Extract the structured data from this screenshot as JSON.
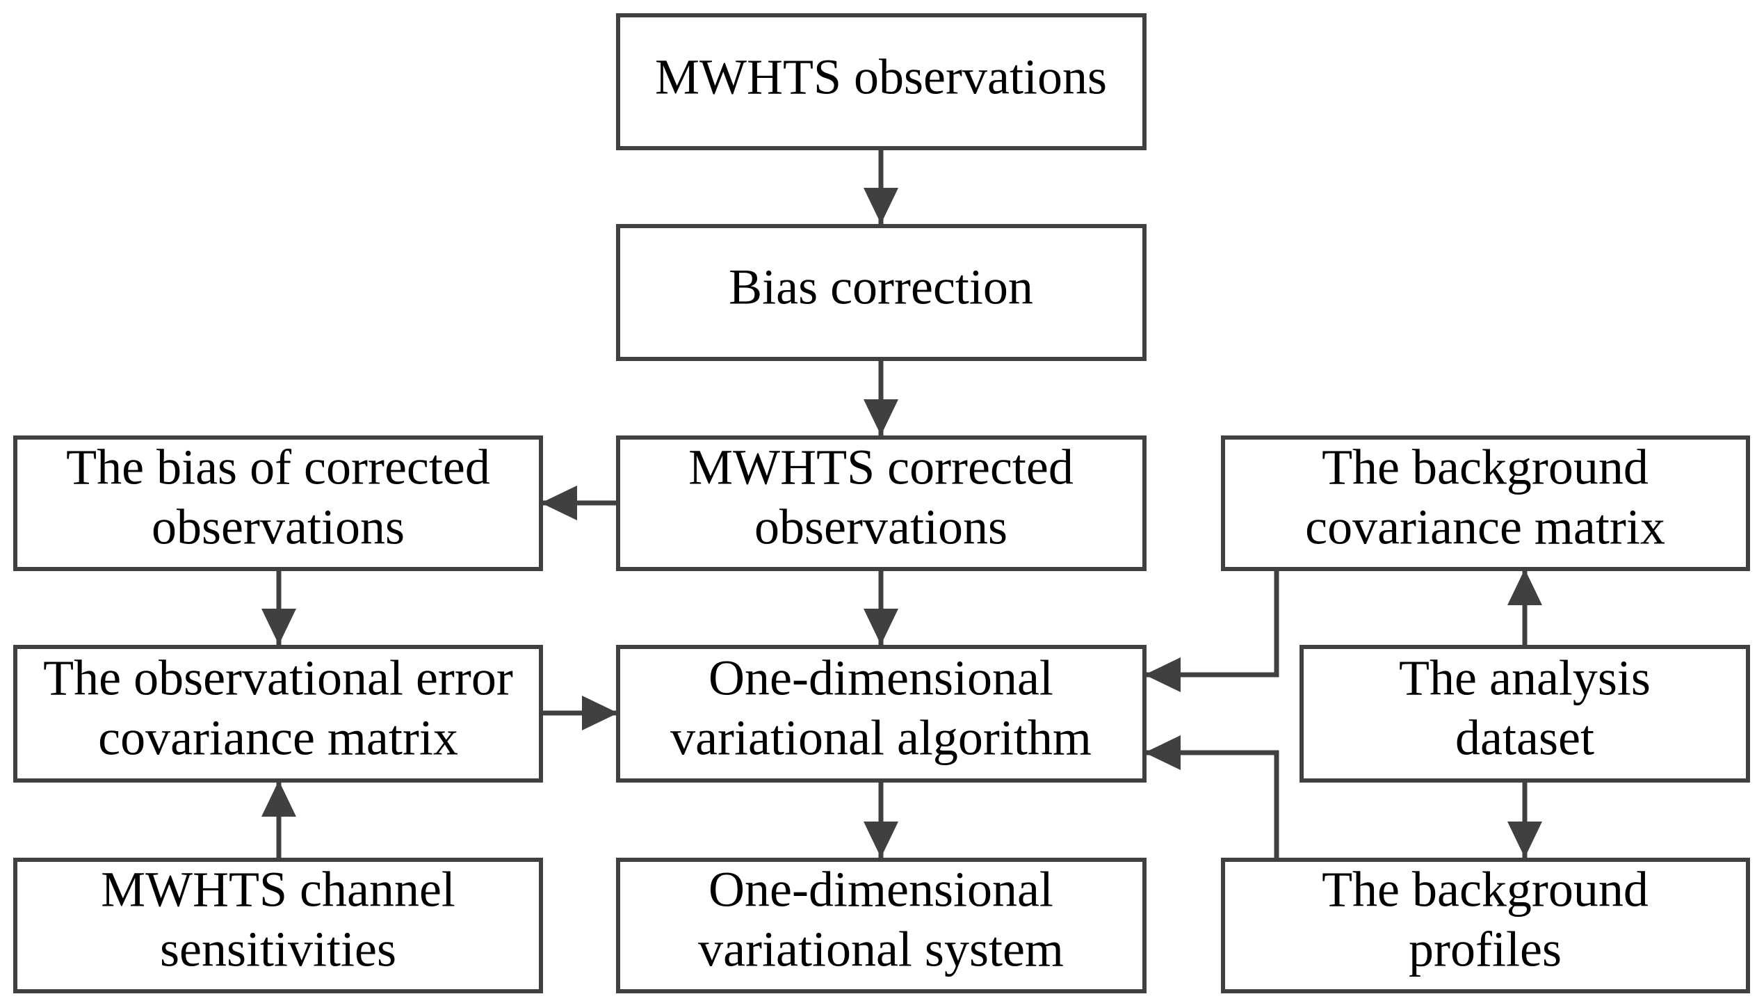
{
  "nodes": {
    "mwhts_observations": {
      "lines": [
        "MWHTS observations"
      ]
    },
    "bias_correction": {
      "lines": [
        "Bias correction"
      ]
    },
    "mwhts_corrected_observations": {
      "lines": [
        "MWHTS corrected",
        "observations"
      ]
    },
    "bias_of_corrected_observations": {
      "lines": [
        "The bias of corrected",
        "observations"
      ]
    },
    "background_covariance_matrix": {
      "lines": [
        "The background",
        "covariance matrix"
      ]
    },
    "observational_error_covariance_matrix": {
      "lines": [
        "The observational error",
        "covariance matrix"
      ]
    },
    "one_dimensional_variational_algorithm": {
      "lines": [
        "One-dimensional",
        "variational algorithm"
      ]
    },
    "analysis_dataset": {
      "lines": [
        "The analysis",
        "dataset"
      ]
    },
    "mwhts_channel_sensitivities": {
      "lines": [
        "MWHTS channel",
        "sensitivities"
      ]
    },
    "one_dimensional_variational_system": {
      "lines": [
        "One-dimensional",
        "variational system"
      ]
    },
    "background_profiles": {
      "lines": [
        "The background",
        "profiles"
      ]
    }
  },
  "edges": [
    {
      "from": "mwhts_observations",
      "to": "bias_correction"
    },
    {
      "from": "bias_correction",
      "to": "mwhts_corrected_observations"
    },
    {
      "from": "mwhts_corrected_observations",
      "to": "bias_of_corrected_observations"
    },
    {
      "from": "mwhts_corrected_observations",
      "to": "one_dimensional_variational_algorithm"
    },
    {
      "from": "bias_of_corrected_observations",
      "to": "observational_error_covariance_matrix"
    },
    {
      "from": "observational_error_covariance_matrix",
      "to": "one_dimensional_variational_algorithm"
    },
    {
      "from": "mwhts_channel_sensitivities",
      "to": "observational_error_covariance_matrix"
    },
    {
      "from": "background_covariance_matrix",
      "to": "one_dimensional_variational_algorithm"
    },
    {
      "from": "background_profiles",
      "to": "one_dimensional_variational_algorithm"
    },
    {
      "from": "analysis_dataset",
      "to": "background_covariance_matrix"
    },
    {
      "from": "analysis_dataset",
      "to": "background_profiles"
    },
    {
      "from": "one_dimensional_variational_algorithm",
      "to": "one_dimensional_variational_system"
    }
  ]
}
